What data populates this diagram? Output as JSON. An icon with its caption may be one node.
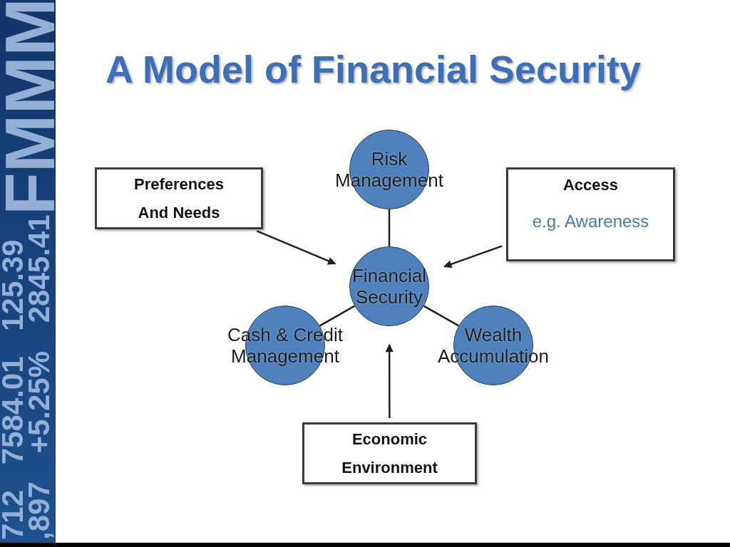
{
  "diagram": {
    "title": "A Model of Financial Security",
    "nodes": [
      {
        "text": [
          "Risk Management"
        ]
      },
      {
        "text": [
          "Preferences And Needs"
        ]
      },
      {
        "text": [
          "Access",
          "e.g. Awareness"
        ]
      },
      {
        "text": [
          "Financial Security"
        ]
      },
      {
        "text": [
          "Cash & Credit Management"
        ]
      },
      {
        "text": [
          "Wealth Accumulation"
        ]
      },
      {
        "text": [
          "Economic Environment"
        ]
      }
    ],
    "edges": [
      {
        "from": 1,
        "to": 3,
        "arrow": "to"
      },
      {
        "from": 2,
        "to": 3,
        "arrow": "to"
      },
      {
        "from": 0,
        "to": 3,
        "arrow": "none"
      },
      {
        "from": 3,
        "to": 4,
        "arrow": "none"
      },
      {
        "from": 3,
        "to": 5,
        "arrow": "none"
      },
      {
        "from": 6,
        "to": 3,
        "arrow": "to"
      }
    ],
    "labels": [
      "FMMM",
      "712 7584.01 125.39",
      ",897 +5.25% 2845.41"
    ]
  }
}
